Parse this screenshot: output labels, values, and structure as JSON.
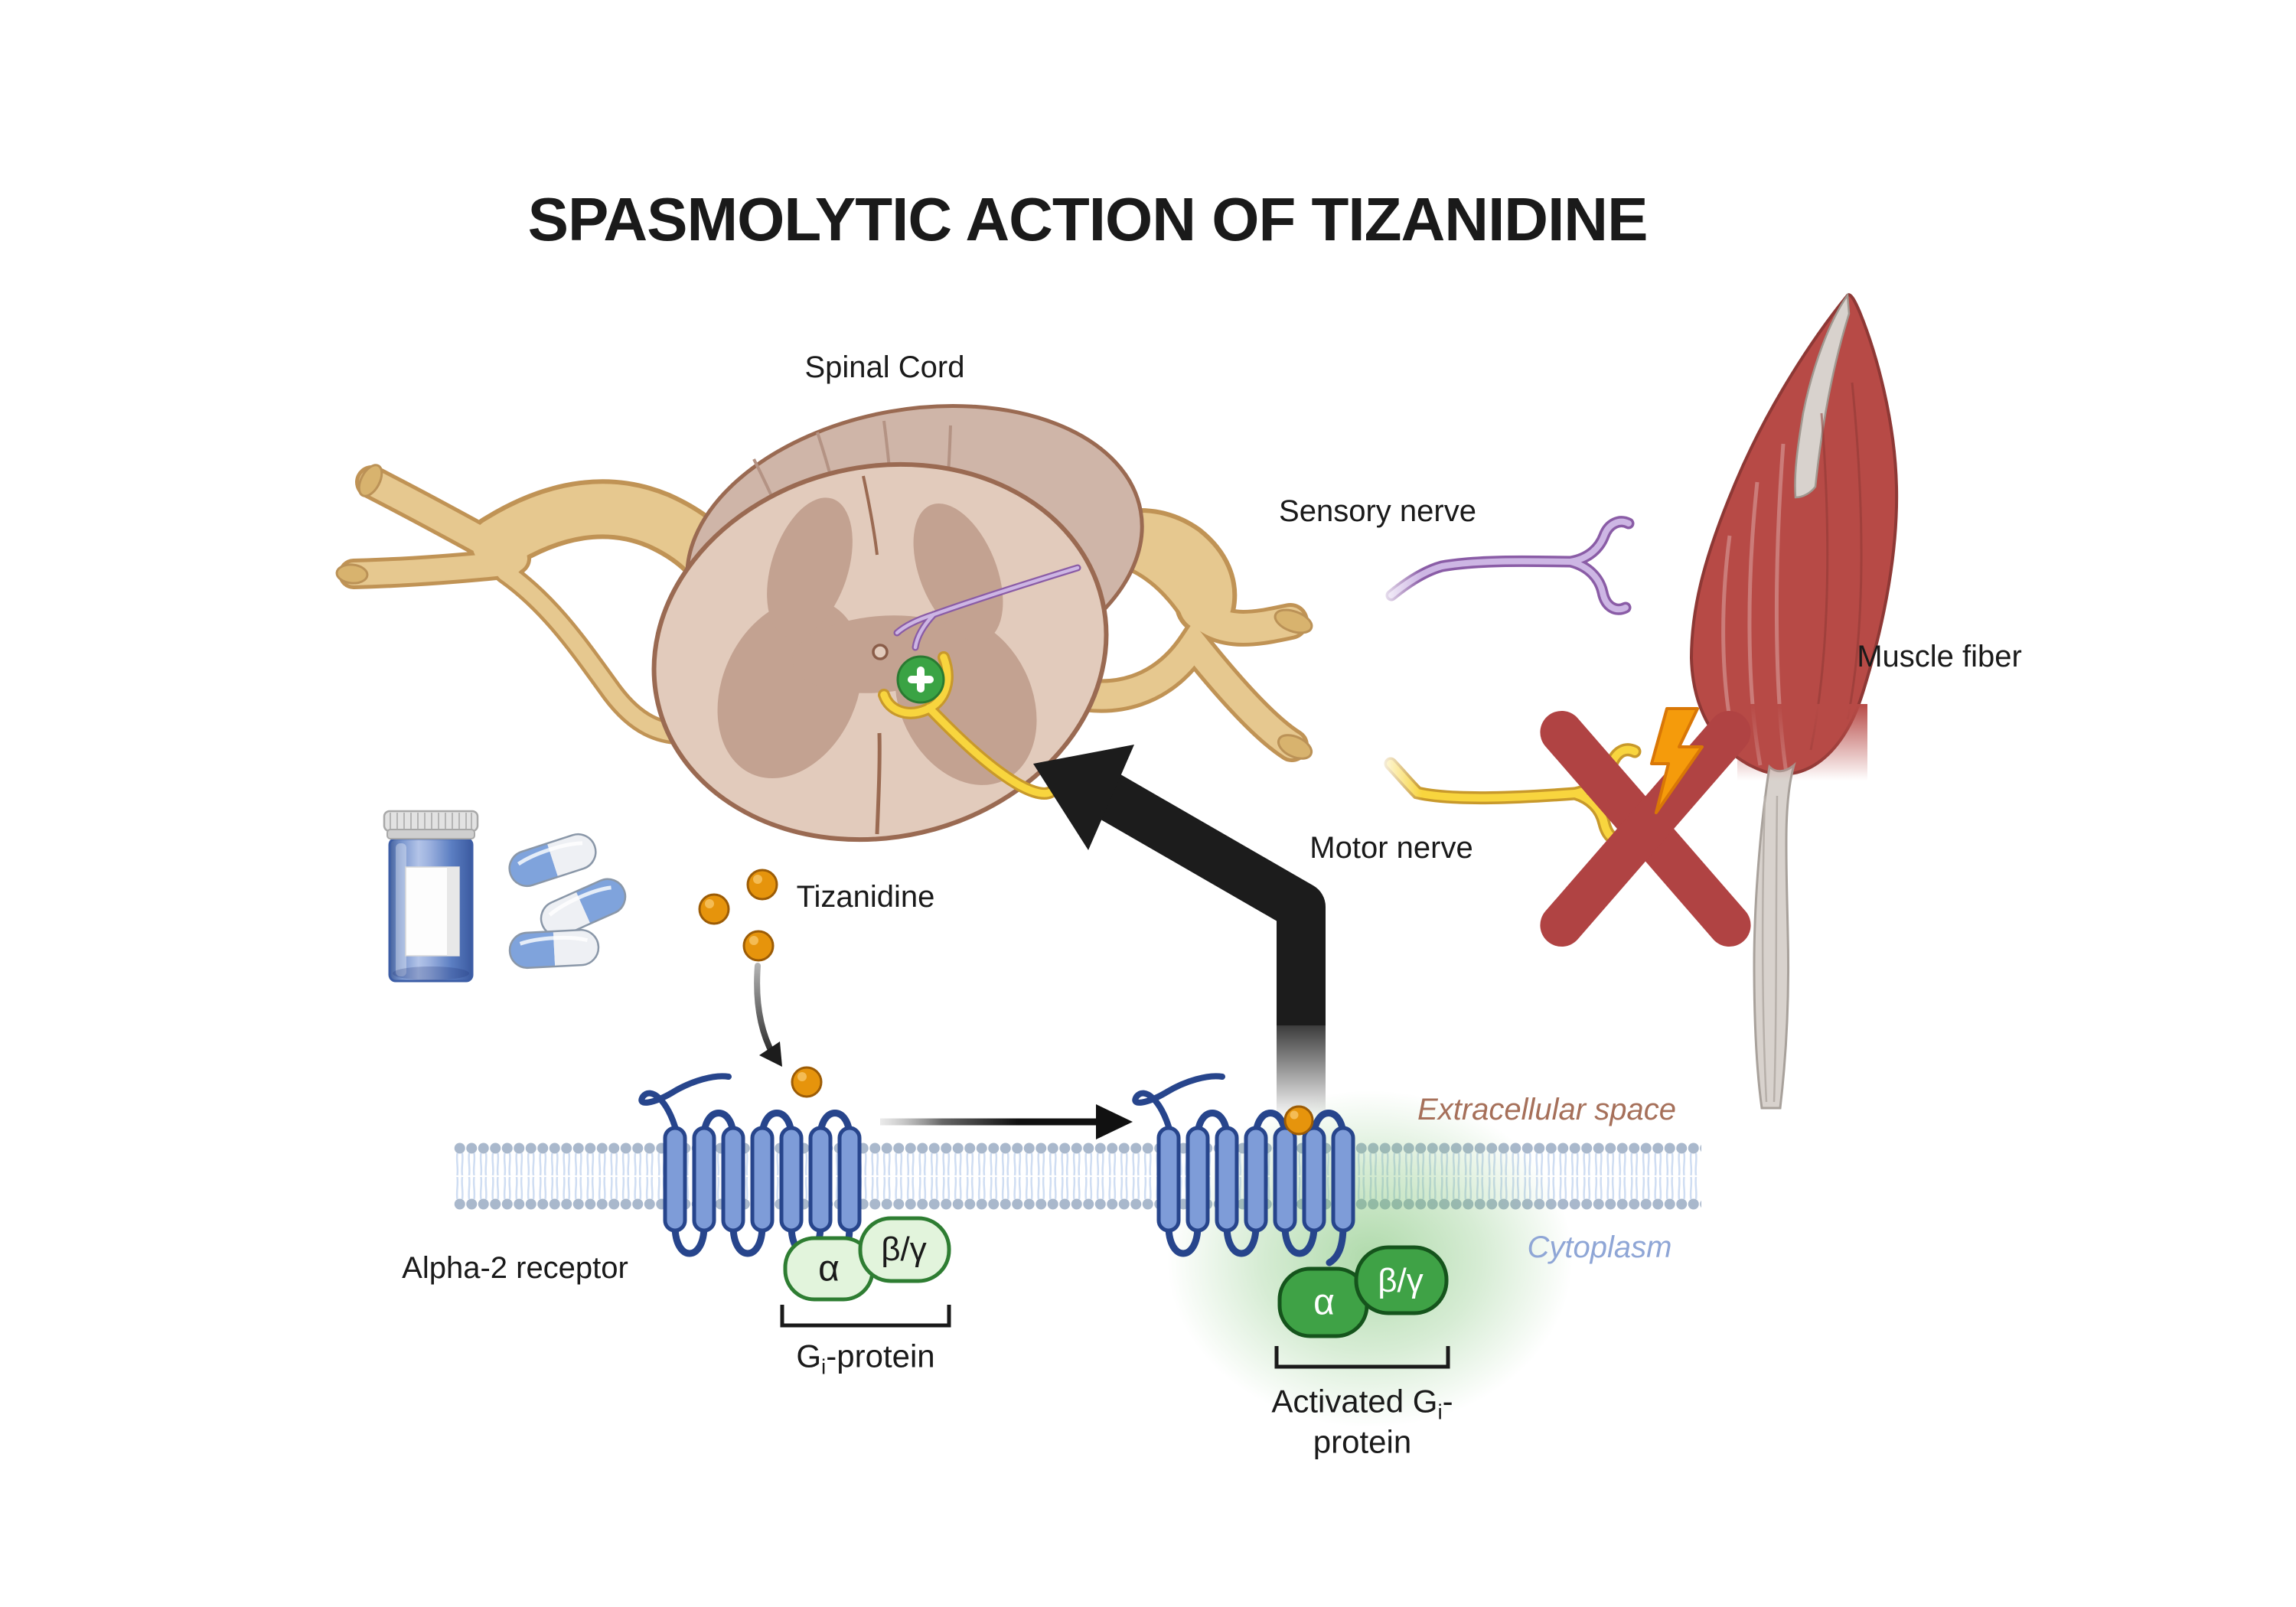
{
  "title": "SPASMOLYTIC ACTION OF TIZANIDINE",
  "labels": {
    "spinal_cord": "Spinal Cord",
    "sensory_nerve": "Sensory nerve",
    "motor_nerve": "Motor nerve",
    "muscle_fiber": "Muscle fiber",
    "tizanidine": "Tizanidine",
    "alpha2_receptor": "Alpha-2 receptor",
    "extracellular_space": "Extracellular space",
    "cytoplasm": "Cytoplasm"
  },
  "g_protein": {
    "alpha": "α",
    "beta_gamma": "β/γ",
    "inactive": {
      "g": "G",
      "sub": "i",
      "rest": "-protein"
    },
    "activated": {
      "pre": "Activated G",
      "sub": "i",
      "dash": "-",
      "line2": "protein"
    }
  },
  "synapse": {
    "plus": "+"
  },
  "colors": {
    "title_text": "#1a1a1a",
    "label_text": "#1a1a1a",
    "extracellular_text": "#a6705a",
    "cytoplasm_text": "#8fa6d6",
    "tizanidine_orange": "#e6940c",
    "tizanidine_outline": "#9c5c06",
    "receptor_blue": "#7e9cd8",
    "receptor_outline": "#27458c",
    "membrane_head": "#a9b8cc",
    "membrane_tail": "#cfddf2",
    "gprotein_inactive_fill": "#e2f4dc",
    "gprotein_inactive_outline": "#2e7d32",
    "gprotein_active_fill": "#3fa246",
    "gprotein_active_outline": "#15541c",
    "glow_green": "#6fbc67",
    "muscle_red": "#b74a46",
    "muscle_outline": "#8e3835",
    "tendon_gray": "#d8d2cd",
    "nerve_root_tan": "#e6c88f",
    "nerve_root_outline": "#c09355",
    "sensory_purple": "#cdb6e4",
    "sensory_purple_outline": "#8a5ca6",
    "motor_yellow": "#f8d53e",
    "motor_yellow_outline": "#c8992b",
    "block_x_red": "#b04343",
    "bolt_orange": "#f59b0b",
    "synapse_green": "#3aa344",
    "cord_face": "#e2cbbc",
    "cord_gray_matter": "#c3a291",
    "cord_dorsal": "#cfb5a8",
    "cord_outline": "#9a6a52",
    "bottle_blue": "#6b8cc9",
    "arrow_black": "#1c1c1c"
  }
}
